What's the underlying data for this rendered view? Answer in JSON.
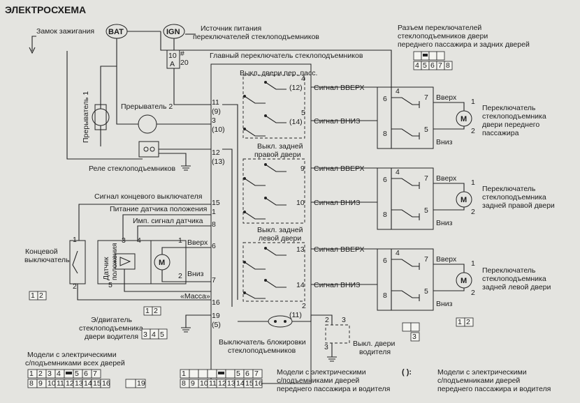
{
  "title": "ЭЛЕКТРОСХЕМА",
  "labels": {
    "ignition_lock": "Замок зажигания",
    "bat": "BAT",
    "ign": "IGN",
    "power_source_1": "Источник питания",
    "power_source_2": "переключателей стеклоподъемников",
    "fuse_amp": "10",
    "fuse_a": "A",
    "fuse_no": "20",
    "fuse_hash": "#",
    "main_switch": "Главный переключатель стеклоподъемников",
    "breaker_1": "Прерыватель 1",
    "breaker_2": "Прерыватель 2",
    "relay": "Реле стеклоподъемников",
    "front_pass_switch": "Выкл. двери пер. пасс.",
    "rear_right_switch_1": "Выкл. задней",
    "rear_right_switch_2": "правой двери",
    "rear_left_switch_1": "Выкл. задней",
    "rear_left_switch_2": "левой двери",
    "limit_signal": "Сигнал концевого выключателя",
    "sensor_power": "Питание датчика положения",
    "sensor_pulse": "Имп. сигнал датчика",
    "limit_switch_1": "Концевой",
    "limit_switch_2": "выключатель",
    "position_sensor_1": "Датчик",
    "position_sensor_2": "положения",
    "ground_label": "«Масса»",
    "driver_motor_1": "Э/двигатель",
    "driver_motor_2": "стеклоподъемника",
    "driver_motor_3": "двери водителя",
    "lock_switch_1": "Выключатель блокировки",
    "lock_switch_2": "стеклоподъемников",
    "driver_door_switch_1": "Выкл. двери",
    "driver_door_switch_2": "водителя",
    "connector_title_1": "Разъем переключателей",
    "connector_title_2": "стеклоподъемников двери",
    "connector_title_3": "переднего пассажира и задних дверей",
    "front_pass_motor_1": "Переключатель",
    "front_pass_motor_2": "стеклоподъемника",
    "front_pass_motor_3": "двери переднего",
    "front_pass_motor_4": "пассажира",
    "rear_right_motor_1": "Переключатель",
    "rear_right_motor_2": "стеклоподъемника",
    "rear_right_motor_3": "задней правой двери",
    "rear_left_motor_1": "Переключатель",
    "rear_left_motor_2": "стеклоподъемника",
    "rear_left_motor_3": "задней левой двери",
    "up": "Вверх",
    "down": "Вниз",
    "signal_up": "Сигнал ВВЕРХ",
    "signal_down": "Сигнал ВНИЗ",
    "motor": "M",
    "legend_all_1": "Модели с электрическими",
    "legend_all_2": "с/подъемниками всех дверей",
    "legend_front_1": "Модели с электрическими",
    "legend_front_2": "с/подъемниками дверей",
    "legend_front_3": "переднего пассажира и водителя",
    "legend_paren_mark": "(   ):",
    "legend_paren_1": "Модели с электрическими",
    "legend_paren_2": "с/подъемниками дверей",
    "legend_paren_3": "переднего пассажира и водителя"
  },
  "main_pins": {
    "p11": "11",
    "p9p": "(9)",
    "p3": "3",
    "p10p": "(10)",
    "p12": "12",
    "p13p": "(13)",
    "p15": "15",
    "p1": "1",
    "p8": "8",
    "p6": "6",
    "p7": "7",
    "p16": "16",
    "p19": "19",
    "p5p": "(5)",
    "p4": "4",
    "p12p": "(12)",
    "p5": "5",
    "p14p": "(14)",
    "p9": "9",
    "p10": "10",
    "p13": "13",
    "p14": "14",
    "p2": "2",
    "p11p": "(11)"
  },
  "pins": {
    "n1": "1",
    "n2": "2",
    "n3": "3",
    "n4": "4",
    "n5": "5",
    "n6": "6",
    "n7": "7",
    "n8": "8"
  },
  "connectors": {
    "pass_conn": [
      "",
      "",
      "",
      "",
      "4",
      "5",
      "6",
      "7",
      "8"
    ],
    "limit_conn": [
      "1",
      "2"
    ],
    "sensor_conn": [
      "1",
      "2"
    ],
    "motor_conn": [
      "3",
      "4",
      "5"
    ],
    "driver_sw_conn": [
      "",
      "",
      "3"
    ],
    "right_conn": [
      "1",
      "2"
    ],
    "all_doors_row1": [
      "1",
      "2",
      "3",
      "4",
      "",
      "5",
      "6",
      "7"
    ],
    "all_doors_row2": [
      "8",
      "9",
      "10",
      "11",
      "12",
      "13",
      "14",
      "15",
      "16"
    ],
    "small_conn": [
      "",
      "19"
    ],
    "front_row1": [
      "1",
      "",
      "",
      "",
      "",
      "",
      "5",
      "6",
      "7"
    ],
    "front_row2": [
      "8",
      "9",
      "10",
      "11",
      "12",
      "13",
      "14",
      "15",
      "16"
    ]
  }
}
